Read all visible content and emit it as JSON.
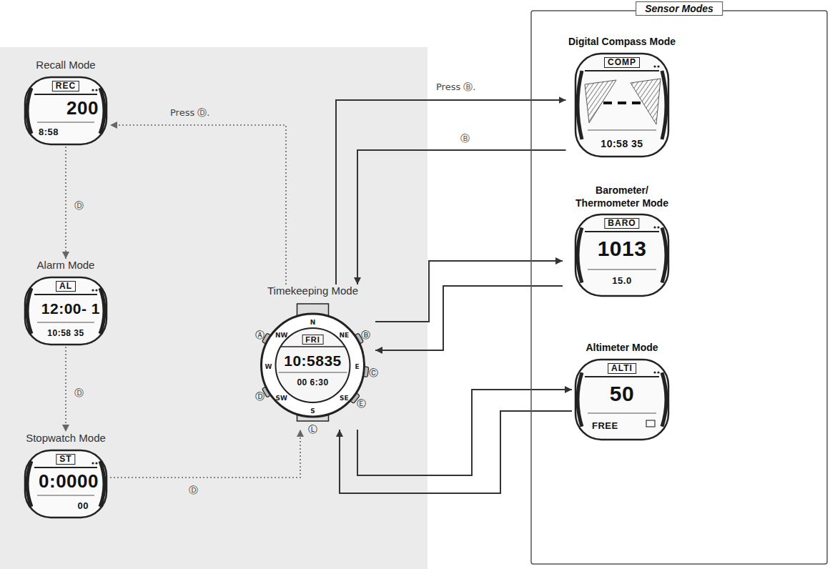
{
  "diagram": {
    "nodes": [
      {
        "text": [
          "Recall Mode",
          "REC",
          "200",
          "8:58"
        ]
      },
      {
        "text": [
          "Alarm Mode",
          "AL",
          "12:00- 1",
          "10:58 35"
        ]
      },
      {
        "text": [
          "Stopwatch Mode",
          "ST",
          "0:0000",
          "00"
        ]
      },
      {
        "text": [
          "Timekeeping Mode",
          "FRI",
          "10:5835",
          "00 6:30"
        ]
      },
      {
        "text": [
          "Sensor Modes"
        ]
      },
      {
        "text": [
          "Digital Compass Mode",
          "COMP",
          "10:58 35"
        ],
        "in": 4
      },
      {
        "text": [
          "Barometer/ Thermometer Mode",
          "BARO",
          "1013",
          "15.0"
        ],
        "in": 4
      },
      {
        "text": [
          "Altimeter Mode",
          "ALTI",
          "50",
          "FREE"
        ],
        "in": 4
      }
    ],
    "edges": [
      {
        "from": 3,
        "to": 0,
        "arrow": "to",
        "label": "Press Ⓓ."
      },
      {
        "from": 0,
        "to": 1,
        "arrow": "to",
        "label": "Ⓓ"
      },
      {
        "from": 1,
        "to": 2,
        "arrow": "to",
        "label": "Ⓓ"
      },
      {
        "from": 2,
        "to": 3,
        "arrow": "to",
        "label": "Ⓓ"
      },
      {
        "from": 3,
        "to": 5,
        "arrow": "to",
        "label": "Press Ⓑ."
      },
      {
        "from": 5,
        "to": 3,
        "arrow": "to",
        "label": "Ⓑ"
      },
      {
        "from": 3,
        "to": 6,
        "arrow": "to"
      },
      {
        "from": 6,
        "to": 3,
        "arrow": "to"
      },
      {
        "from": 3,
        "to": 7,
        "arrow": "to"
      },
      {
        "from": 7,
        "to": 3,
        "arrow": "to"
      }
    ],
    "labels": [
      "N",
      "NE",
      "E",
      "SE",
      "S",
      "SW",
      "W",
      "NW",
      "Ⓐ",
      "Ⓑ",
      "Ⓒ",
      "Ⓓ",
      "Ⓔ",
      "Ⓛ"
    ]
  }
}
